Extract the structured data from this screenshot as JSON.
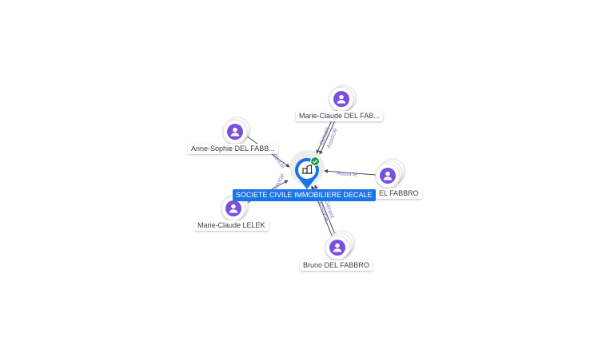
{
  "center": {
    "label": "SOCIETE CIVILE IMMOBILIERE DECALE",
    "icon": "building-icon",
    "badge_icon": "check-icon",
    "color": "#1a73e8",
    "badge_color": "#1e9e4f"
  },
  "people": [
    {
      "label": "Marie-Claude DEL FAB...",
      "icon": "person-icon"
    },
    {
      "label": "Anne-Sophie DEL FABB...",
      "icon": "person-icon"
    },
    {
      "label": "EL FABBRO",
      "icon": "person-icon"
    },
    {
      "label": "Marie-Claude LELEK",
      "icon": "person-icon"
    },
    {
      "label": "Bruno DEL FABBRO",
      "icon": "person-icon"
    }
  ],
  "edge_labels": {
    "top_gerant": "Gérant",
    "top_associe": "Associé",
    "left_associe": "Associé",
    "right_associe": "Associé",
    "lowerleft_associe": "Associé",
    "bottom_gerant": "Gérant",
    "bottom_associe": "Associé"
  },
  "colors": {
    "person": "#7b4fe0",
    "edge": "#4a4a5a",
    "edge_label": "#7f79c9"
  }
}
